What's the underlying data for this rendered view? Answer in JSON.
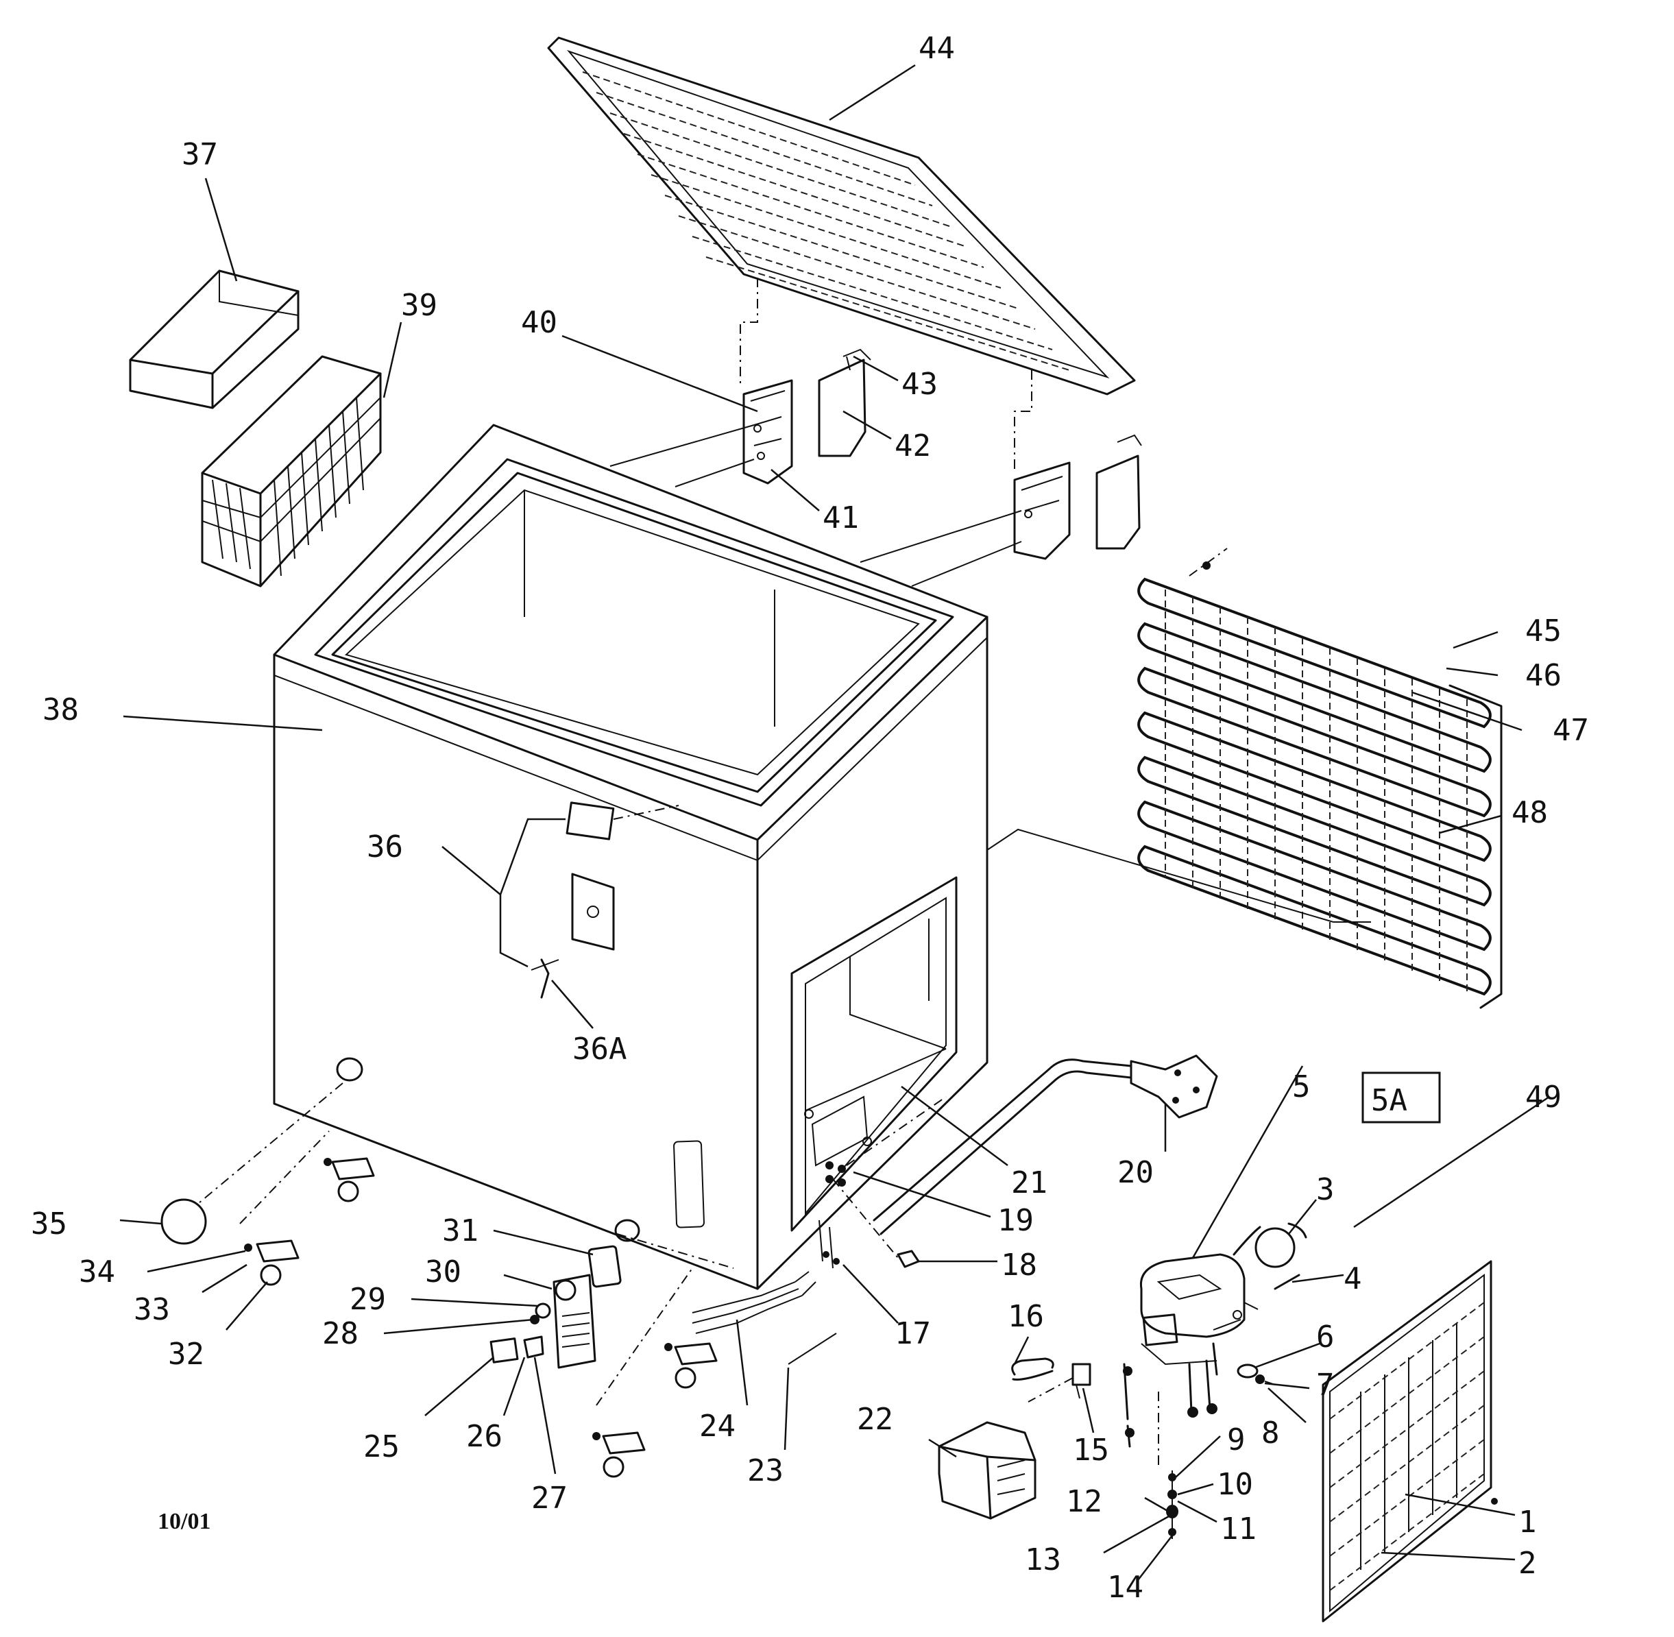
{
  "date_stamp": "10/01",
  "boxed_label": "5A",
  "callouts": [
    {
      "label": "44"
    },
    {
      "label": "37"
    },
    {
      "label": "39"
    },
    {
      "label": "40"
    },
    {
      "label": "43"
    },
    {
      "label": "42"
    },
    {
      "label": "41"
    },
    {
      "label": "38"
    },
    {
      "label": "45"
    },
    {
      "label": "46"
    },
    {
      "label": "47"
    },
    {
      "label": "48"
    },
    {
      "label": "36"
    },
    {
      "label": "36A"
    },
    {
      "label": "5"
    },
    {
      "label": "49"
    },
    {
      "label": "20"
    },
    {
      "label": "21"
    },
    {
      "label": "19"
    },
    {
      "label": "18"
    },
    {
      "label": "17"
    },
    {
      "label": "3"
    },
    {
      "label": "4"
    },
    {
      "label": "6"
    },
    {
      "label": "7"
    },
    {
      "label": "8"
    },
    {
      "label": "35"
    },
    {
      "label": "34"
    },
    {
      "label": "33"
    },
    {
      "label": "32"
    },
    {
      "label": "31"
    },
    {
      "label": "30"
    },
    {
      "label": "29"
    },
    {
      "label": "28"
    },
    {
      "label": "25"
    },
    {
      "label": "26"
    },
    {
      "label": "27"
    },
    {
      "label": "24"
    },
    {
      "label": "23"
    },
    {
      "label": "22"
    },
    {
      "label": "16"
    },
    {
      "label": "15"
    },
    {
      "label": "9"
    },
    {
      "label": "10"
    },
    {
      "label": "12"
    },
    {
      "label": "11"
    },
    {
      "label": "13"
    },
    {
      "label": "14"
    },
    {
      "label": "1"
    },
    {
      "label": "2"
    }
  ]
}
